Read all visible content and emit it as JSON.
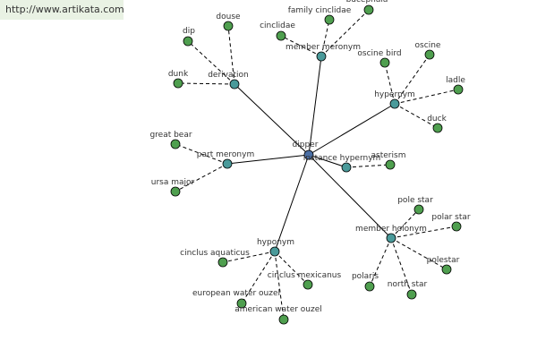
{
  "link": {
    "url_text": "http://www.artikata.com"
  },
  "colors": {
    "center": "#4a6fa5",
    "relation": "#4a9a9a",
    "leaf": "#4f9f4f"
  },
  "graph": {
    "center": {
      "label": "dipper"
    },
    "relations": [
      {
        "id": "member-meronym",
        "label": "member meronym",
        "leaves": [
          "family cinclidae",
          "bucephala",
          "cinclidae"
        ]
      },
      {
        "id": "derivation",
        "label": "derivation",
        "leaves": [
          "douse",
          "dip",
          "dunk"
        ]
      },
      {
        "id": "hypernym",
        "label": "hypernym",
        "leaves": [
          "oscine",
          "oscine bird",
          "ladle",
          "duck"
        ]
      },
      {
        "id": "part-meronym",
        "label": "part meronym",
        "leaves": [
          "great bear",
          "ursa major"
        ]
      },
      {
        "id": "instance-hypernym",
        "label": "instance hypernym",
        "leaves": [
          "asterism"
        ]
      },
      {
        "id": "member-holonym",
        "label": "member holonym",
        "leaves": [
          "pole star",
          "polar star",
          "polestar",
          "north star",
          "polaris"
        ]
      },
      {
        "id": "hyponym",
        "label": "hyponym",
        "leaves": [
          "cinclus aquaticus",
          "cinclus mexicanus",
          "european water ouzel",
          "american water ouzel"
        ]
      }
    ]
  }
}
